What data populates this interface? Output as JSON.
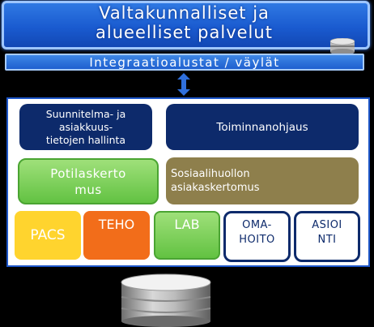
{
  "banner": {
    "line1": "Valtakunnalliset ja",
    "line2": "alueelliset palvelut"
  },
  "integration": {
    "label": "Integraatioalustat / väylät"
  },
  "panel": {
    "box_plan_line1": "Suunnitelma- ja",
    "box_plan_line2": "asiakkuus-",
    "box_plan_line3": "tietojen hallinta",
    "box_ops": "Toiminnanohjaus",
    "box_patient_line1": "Potilaskerto",
    "box_patient_line2": "mus",
    "box_social_line1": "Sosiaalihuollon",
    "box_social_line2": "asiakaskertomus",
    "pacs": "PACS",
    "teho": "TEHO",
    "lab": "LAB",
    "oma_line1": "OMA-",
    "oma_line2": "HOITO",
    "asioi_line1": "ASIOI",
    "asioi_line2": "NTI"
  },
  "colors": {
    "navy": "#0d2a6b",
    "blue": "#1a5bd0",
    "green": "#62c242",
    "olive": "#8e7f4c",
    "yellow": "#ffd42e",
    "orange": "#f26d1a"
  },
  "icons": {
    "small_db": "database-icon",
    "large_db": "database-icon",
    "connector": "double-arrow-icon"
  }
}
